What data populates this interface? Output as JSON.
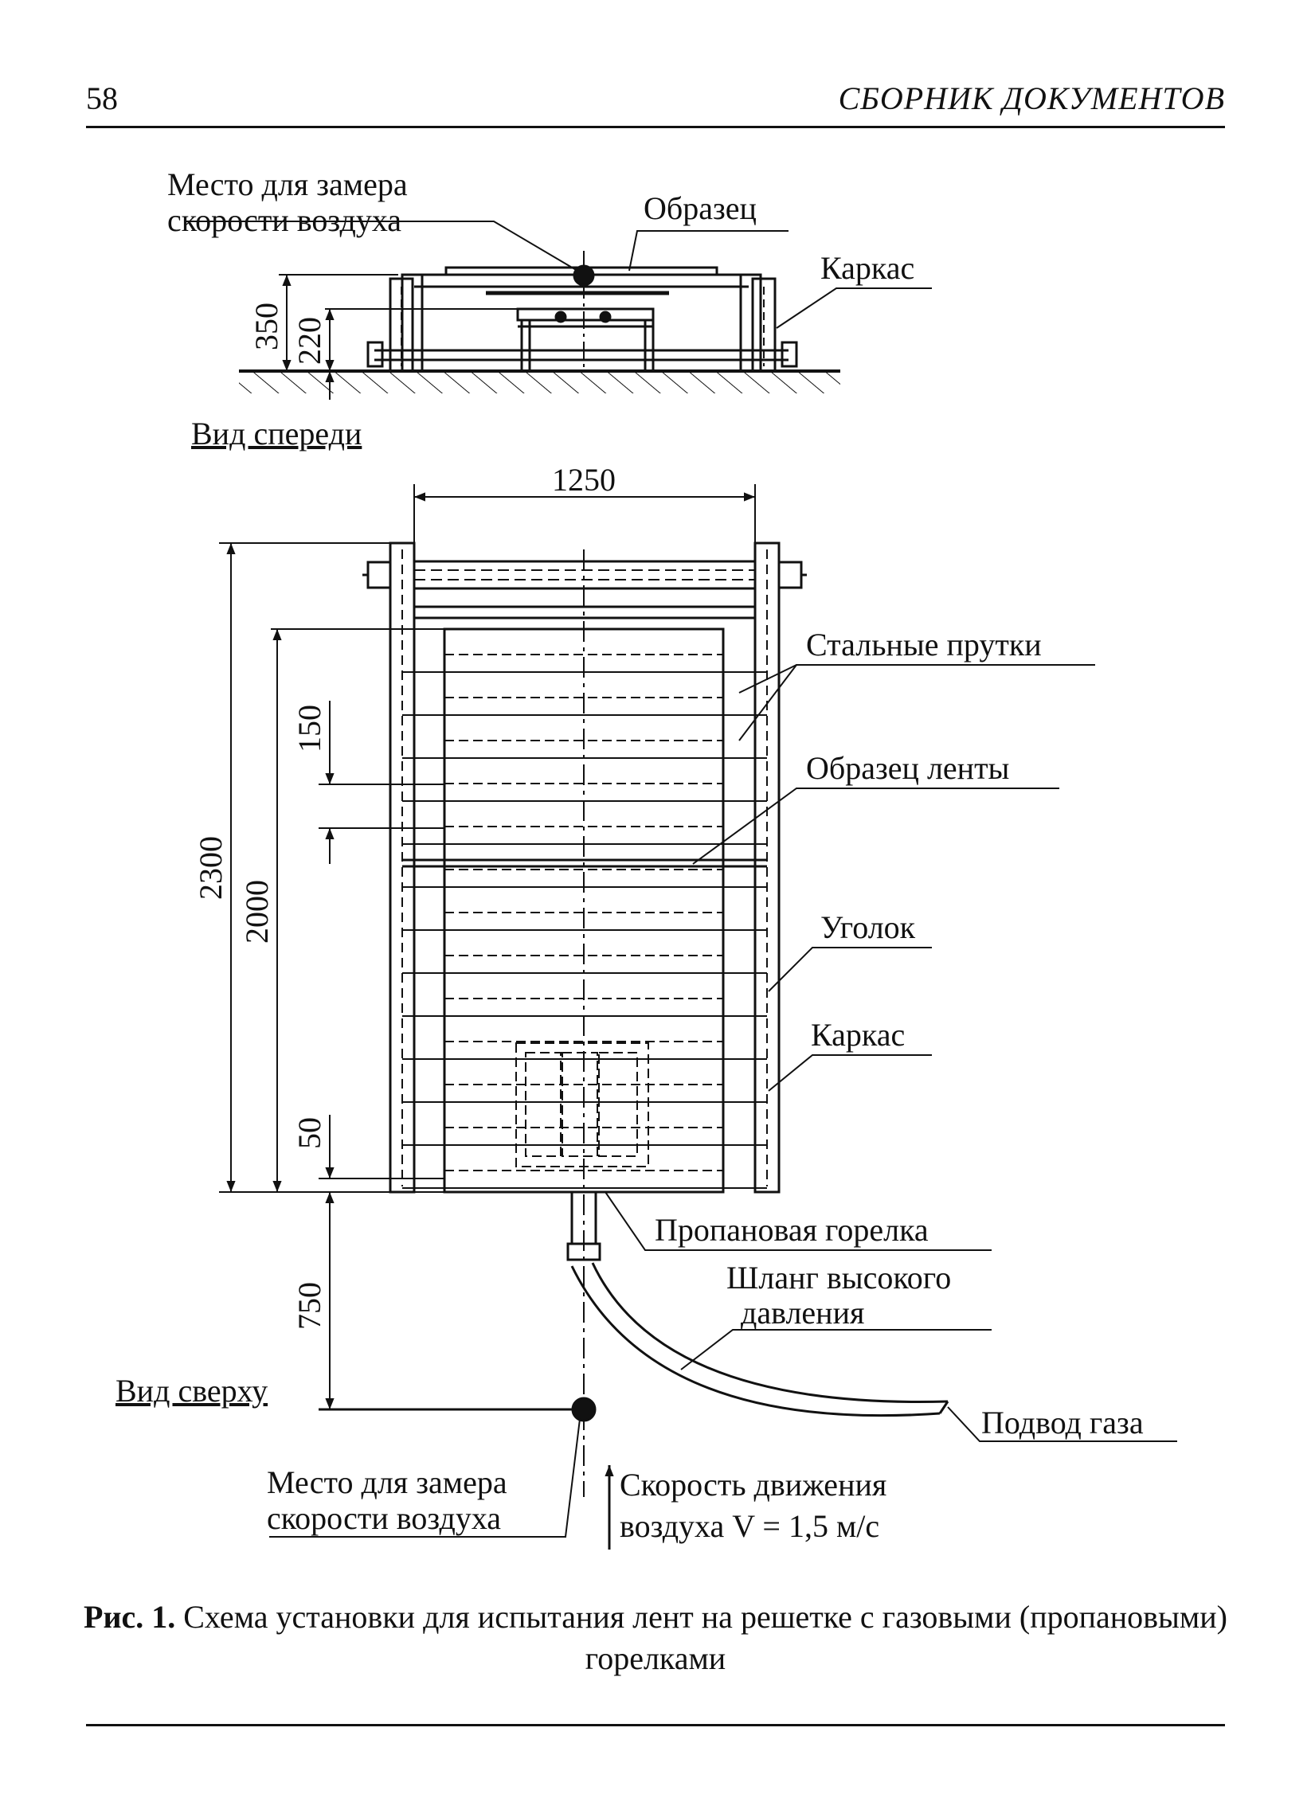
{
  "header": {
    "page_number": "58",
    "title": "СБОРНИК ДОКУМЕНТОВ"
  },
  "front_view": {
    "label_measure_line1": "Место для замера",
    "label_measure_line2": "скорости воздуха",
    "label_sample": "Образец",
    "label_frame": "Каркас",
    "dim_350": "350",
    "dim_220": "220",
    "view_name": "Вид спереди"
  },
  "top_view": {
    "dim_1250": "1250",
    "dim_2300": "2300",
    "dim_2000": "2000",
    "dim_150": "150",
    "dim_50": "50",
    "dim_750": "750",
    "label_rods": "Стальные прутки",
    "label_tape": "Образец ленты",
    "label_angle": "Уголок",
    "label_frame": "Каркас",
    "label_burner": "Пропановая горелка",
    "label_hose_line1": "Шланг высокого",
    "label_hose_line2": "давления",
    "label_gas": "Подвод газа",
    "view_name": "Вид сверху",
    "label_measure_line1": "Место для замера",
    "label_measure_line2": "скорости воздуха",
    "airflow_line1": "Скорость движения",
    "airflow_line2": "воздуха V = 1,5 м/с"
  },
  "caption": {
    "number": "Рис. 1.",
    "text": " Схема установки для испытания лент на решетке с газовыми (пропановыми) горелками"
  }
}
